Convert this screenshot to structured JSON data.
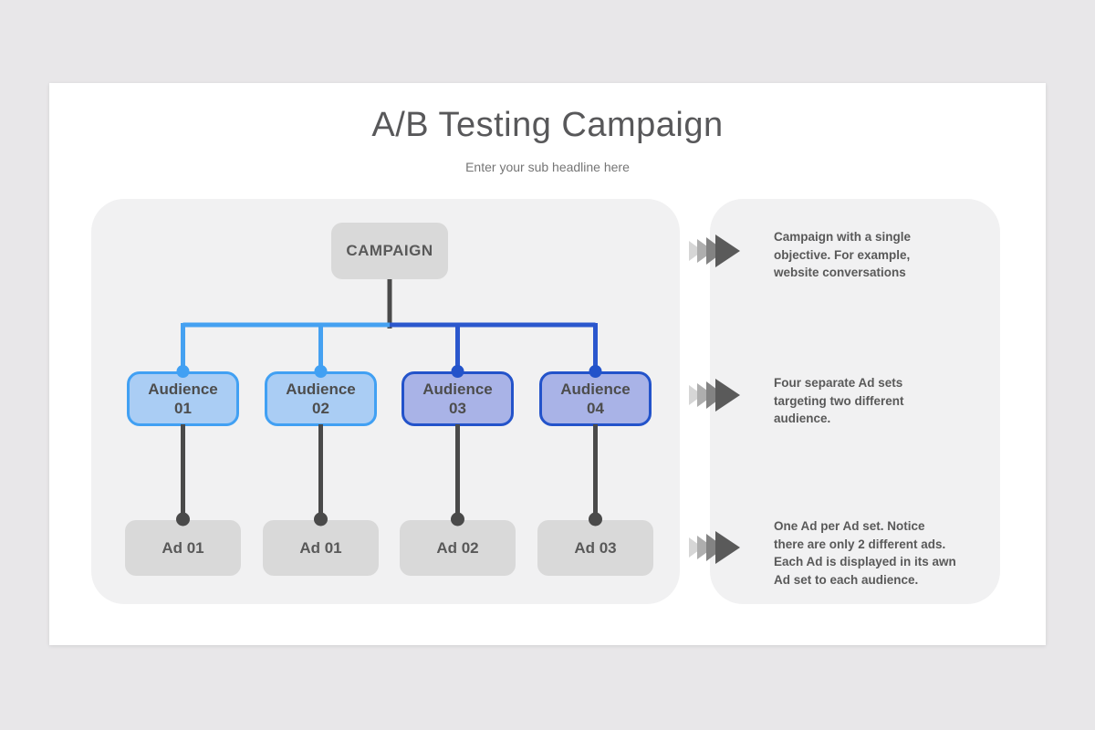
{
  "slide": {
    "title": "A/B Testing Campaign",
    "subtitle": "Enter your sub headline here"
  },
  "diagram": {
    "campaign": {
      "label": "CAMPAIGN"
    },
    "audiences": [
      {
        "name": "Audience",
        "number": "01",
        "fill": "#aacdf4",
        "border": "#41a0f3"
      },
      {
        "name": "Audience",
        "number": "02",
        "fill": "#aacdf4",
        "border": "#41a0f3"
      },
      {
        "name": "Audience",
        "number": "03",
        "fill": "#a9b3e7",
        "border": "#2353ca"
      },
      {
        "name": "Audience",
        "number": "04",
        "fill": "#a9b3e7",
        "border": "#2353ca"
      }
    ],
    "ads": [
      {
        "label": "Ad 01"
      },
      {
        "label": "Ad 01"
      },
      {
        "label": "Ad 02"
      },
      {
        "label": "Ad 03"
      }
    ],
    "connectors": {
      "light_blue": "#45a1f1",
      "dark_blue": "#2b57cd",
      "gray": "#4a4a4a"
    }
  },
  "annotations": [
    {
      "text": "Campaign with a single\nobjective. For example,\nwebsite conversations"
    },
    {
      "text": "Four separate Ad sets\ntargeting two different\naudience."
    },
    {
      "text": "One Ad per Ad set. Notice\nthere are only 2 different ads.\nEach Ad is displayed in its awn\nAd set to each audience."
    }
  ],
  "arrow_icon": {
    "colors": [
      "#d6d6d6",
      "#aeaeae",
      "#838383",
      "#5a5a5a"
    ]
  }
}
